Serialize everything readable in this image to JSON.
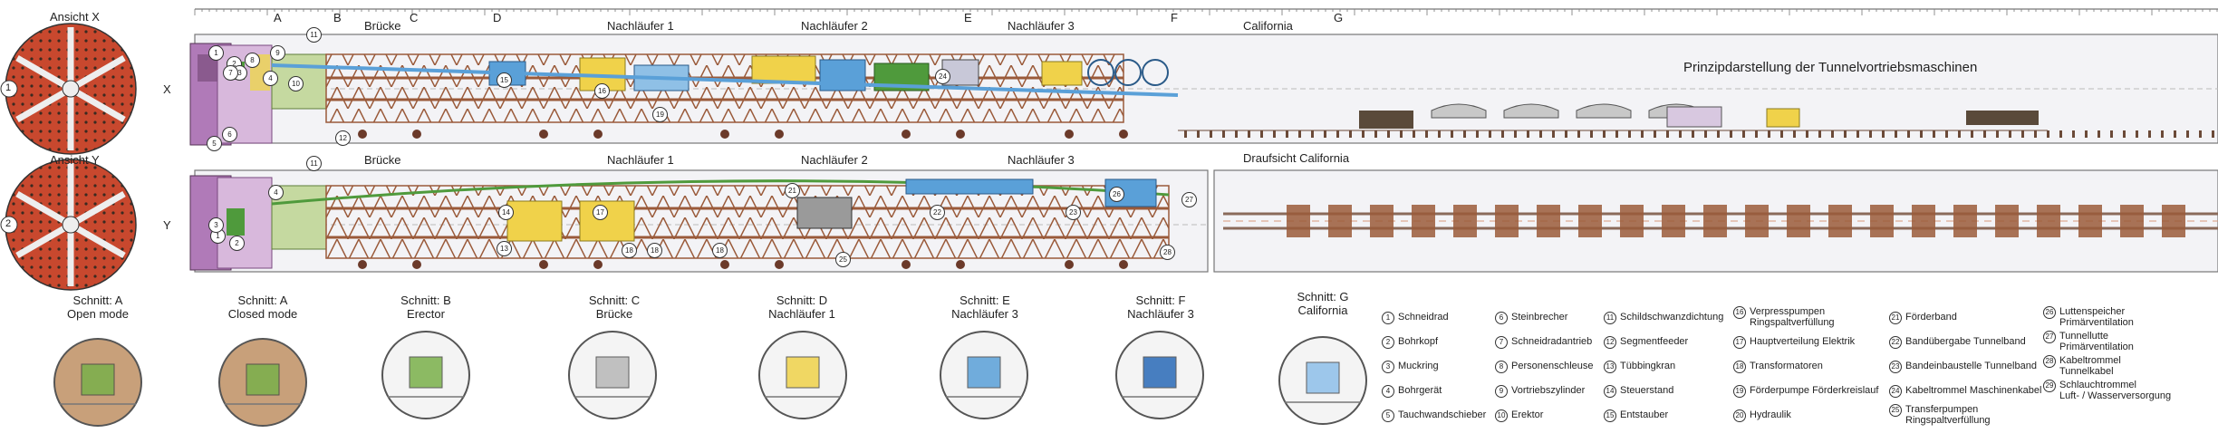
{
  "views": {
    "ansicht_x": "Ansicht X",
    "ansicht_y": "Ansicht Y",
    "row_x_number": "1",
    "row_y_number": "2",
    "row_x_letter": "X",
    "row_y_letter": "Y"
  },
  "title": "Prinzipdarstellung der Tunnelvortriebsmaschinen",
  "draufsicht": "Draufsicht California",
  "letters": [
    "A",
    "B",
    "C",
    "D",
    "E",
    "F",
    "G"
  ],
  "top_labels": {
    "bruecke": "Brücke",
    "nachlaeufer1": "Nachläufer 1",
    "nachlaeufer2": "Nachläufer 2",
    "nachlaeufer3": "Nachläufer 3",
    "california": "California"
  },
  "row2_labels": {
    "bruecke": "Brücke",
    "nachlaeufer1": "Nachläufer 1",
    "nachlaeufer2": "Nachläufer 2",
    "nachlaeufer3": "Nachläufer 3"
  },
  "callouts_top": [
    "1",
    "2",
    "3",
    "4",
    "5",
    "6",
    "7",
    "8",
    "9",
    "10",
    "11",
    "12",
    "15",
    "16",
    "19",
    "24"
  ],
  "callouts_bottom": [
    "1",
    "2",
    "3",
    "4",
    "11",
    "13",
    "14",
    "17",
    "18",
    "18",
    "18",
    "21",
    "22",
    "23",
    "25",
    "26",
    "27",
    "28"
  ],
  "sections": [
    {
      "title": "Schnitt: A",
      "sub": "Open mode"
    },
    {
      "title": "Schnitt: A",
      "sub": "Closed mode"
    },
    {
      "title": "Schnitt: B",
      "sub": "Erector"
    },
    {
      "title": "Schnitt: C",
      "sub": "Brücke"
    },
    {
      "title": "Schnitt: D",
      "sub": "Nachläufer 1"
    },
    {
      "title": "Schnitt: E",
      "sub": "Nachläufer 3"
    },
    {
      "title": "Schnitt: F",
      "sub": "Nachläufer 3"
    },
    {
      "title": "Schnitt: G",
      "sub": "California"
    }
  ],
  "legend": [
    {
      "n": "1",
      "t": "Schneidrad"
    },
    {
      "n": "2",
      "t": "Bohrkopf"
    },
    {
      "n": "3",
      "t": "Muckring"
    },
    {
      "n": "4",
      "t": "Bohrgerät"
    },
    {
      "n": "5",
      "t": "Tauchwandschieber"
    },
    {
      "n": "6",
      "t": "Steinbrecher"
    },
    {
      "n": "7",
      "t": "Schneidradantrieb"
    },
    {
      "n": "8",
      "t": "Personenschleuse"
    },
    {
      "n": "9",
      "t": "Vortriebszylinder"
    },
    {
      "n": "10",
      "t": "Erektor"
    },
    {
      "n": "11",
      "t": "Schildschwanzdichtung"
    },
    {
      "n": "12",
      "t": "Segmentfeeder"
    },
    {
      "n": "13",
      "t": "Tübbingkran"
    },
    {
      "n": "14",
      "t": "Steuerstand"
    },
    {
      "n": "15",
      "t": "Entstauber"
    },
    {
      "n": "16",
      "t": "Verpresspumpen\nRingspaltverfüllung"
    },
    {
      "n": "17",
      "t": "Hauptverteilung Elektrik"
    },
    {
      "n": "18",
      "t": "Transformatoren"
    },
    {
      "n": "19",
      "t": "Förderpumpe Förderkreislauf"
    },
    {
      "n": "20",
      "t": "Hydraulik"
    },
    {
      "n": "21",
      "t": "Förderband"
    },
    {
      "n": "22",
      "t": "Bandübergabe Tunnelband"
    },
    {
      "n": "23",
      "t": "Bandeinbaustelle Tunnelband"
    },
    {
      "n": "24",
      "t": "Kabeltrommel Maschinenkabel"
    },
    {
      "n": "25",
      "t": "Transferpumpen\nRingspaltverfüllung"
    },
    {
      "n": "26",
      "t": "Luttenspeicher\nPrimärventilation"
    },
    {
      "n": "27",
      "t": "Tunnellutte\nPrimärventilation"
    },
    {
      "n": "28",
      "t": "Kabeltrommel\nTunnelkabel"
    },
    {
      "n": "29",
      "t": "Schlauchtrommel\nLuft- / Wasserversorgung"
    }
  ],
  "colors": {
    "tunnel_fill": "#f3f3f6",
    "steel_brown": "#9a5a3a",
    "shield_purple": "#b07ab8",
    "belt_blue": "#5aa0d8",
    "yellow_unit": "#f0d24a",
    "cutter_red": "#c8482e",
    "green_part": "#4f9a3c"
  }
}
